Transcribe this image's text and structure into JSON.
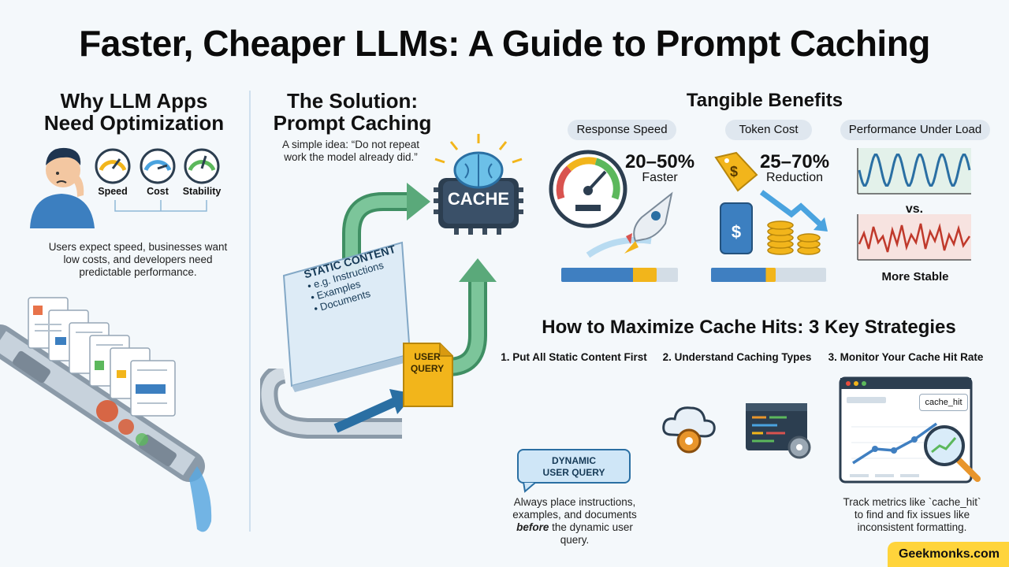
{
  "title": "Faster, Cheaper LLMs: A Guide to Prompt Caching",
  "left": {
    "heading_line1": "Why LLM Apps",
    "heading_line2": "Need Optimization",
    "gauges": [
      "Speed",
      "Cost",
      "Stability"
    ],
    "description_lines": [
      "Users expect speed, businesses want",
      "low costs, and developers need",
      "predictable performance."
    ]
  },
  "middle": {
    "heading_line1": "The Solution:",
    "heading_line2": "Prompt Caching",
    "tagline_line1": "A simple idea: “Do not repeat",
    "tagline_line2": "work the model already did.”",
    "cache_label": "CACHE",
    "static_title": "STATIC CONTENT",
    "static_items": [
      "• e.g. Instructions",
      "• Examples",
      "• Documents"
    ],
    "user_query_line1": "USER",
    "user_query_line2": "QUERY"
  },
  "benefits": {
    "heading": "Tangible Benefits",
    "response_speed": {
      "label": "Response Speed",
      "value": "20–50%",
      "caption": "Faster",
      "bar_fill": 0.82
    },
    "token_cost": {
      "label": "Token Cost",
      "value": "25–70%",
      "caption": "Reduction",
      "bar_fill": 0.56
    },
    "performance": {
      "label": "Performance Under Load",
      "vs": "vs.",
      "caption": "More Stable"
    },
    "dollar_symbol": "$"
  },
  "strategies": {
    "heading": "How to Maximize Cache Hits: 3 Key Strategies",
    "s1": "1. Put All Static Content First",
    "s2": "2. Understand Caching Types",
    "s3": "3. Monitor Your Cache Hit Rate",
    "bubble_line1": "DYNAMIC",
    "bubble_line2": "USER QUERY",
    "s1_desc_line1": "Always place instructions,",
    "s1_desc_line2": "examples, and documents",
    "s1_desc_emph": "before",
    "s1_desc_line3_rest": " the dynamic user",
    "s1_desc_line4": "query.",
    "cache_hit_label": "cache_hit",
    "s3_desc_line1": "Track metrics like `cache_hit`",
    "s3_desc_line2": "to find and fix issues like",
    "s3_desc_line3": "inconsistent formatting."
  },
  "brand": "Geekmonks.com",
  "colors": {
    "accent_blue": "#2a6fa3",
    "green_arrow": "#5aa97a",
    "gold": "#f2b51b",
    "bar_blue": "#3f7fc1"
  }
}
